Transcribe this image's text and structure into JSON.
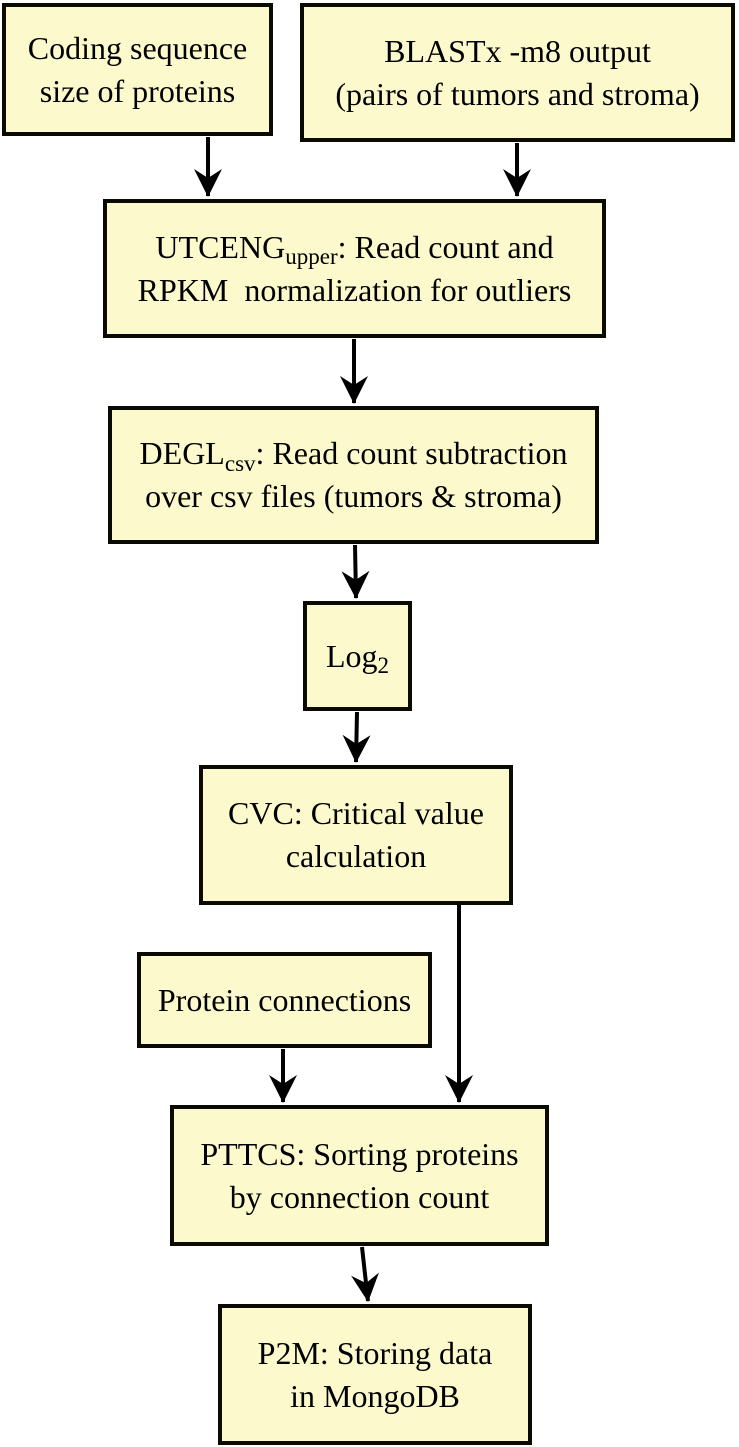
{
  "diagram": {
    "title": "RNA-seq protein analysis pipeline flowchart",
    "background_color": "#ffffff",
    "node_fill_color": "#FCFACC",
    "node_border_color": "#0a0a00",
    "arrow_color": "#000000"
  },
  "nodes": {
    "coding": {
      "line1": "Coding sequence",
      "line2": "size of proteins"
    },
    "blastx": {
      "line1": "BLASTx -m8 output",
      "line2": "(pairs of tumors and stroma)"
    },
    "utceng": {
      "pre": "UTCENG",
      "sub": "upper",
      "post": ": Read count and",
      "line2": "RPKM  normalization for outliers"
    },
    "degl": {
      "pre": "DEGL",
      "sub": "csv",
      "post": ": Read count subtraction",
      "line2": "over csv files (tumors & stroma)"
    },
    "log2": {
      "pre": "Log",
      "sub": "2"
    },
    "cvc": {
      "line1": "CVC: Critical value",
      "line2": "calculation"
    },
    "protein": {
      "line1": "Protein connections"
    },
    "pttcs": {
      "line1": "PTTCS: Sorting proteins",
      "line2": "by connection count"
    },
    "p2m": {
      "line1": "P2M: Storing data",
      "line2": "in MongoDB"
    }
  },
  "edges": [
    {
      "from": "coding-sequence",
      "to": "utceng"
    },
    {
      "from": "blastx-output",
      "to": "utceng"
    },
    {
      "from": "utceng",
      "to": "degl"
    },
    {
      "from": "degl",
      "to": "log2"
    },
    {
      "from": "log2",
      "to": "cvc"
    },
    {
      "from": "cvc",
      "to": "pttcs"
    },
    {
      "from": "protein-connections",
      "to": "pttcs"
    },
    {
      "from": "pttcs",
      "to": "p2m"
    }
  ]
}
